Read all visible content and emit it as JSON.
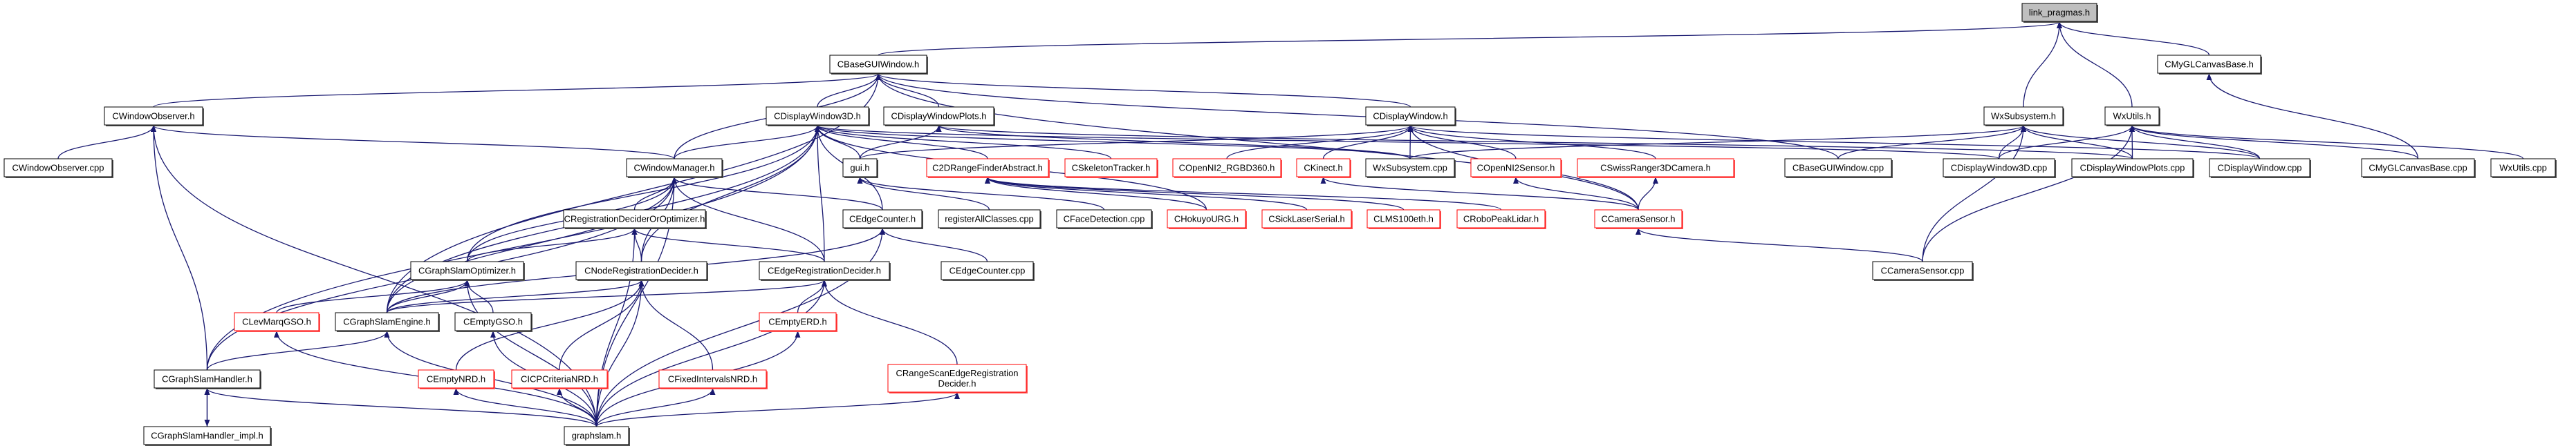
{
  "diagram": {
    "type": "include-dependency-graph",
    "edge_color": "#191970",
    "nodes": [
      {
        "id": "link_pragmas.h",
        "lines": [
          "link_pragmas.h"
        ],
        "kind": "highlight"
      },
      {
        "id": "CBaseGUIWindow.h",
        "lines": [
          "CBaseGUIWindow.h"
        ],
        "kind": "normal"
      },
      {
        "id": "CMyGLCanvasBase.h",
        "lines": [
          "CMyGLCanvasBase.h"
        ],
        "kind": "normal"
      },
      {
        "id": "CWindowObserver.h",
        "lines": [
          "CWindowObserver.h"
        ],
        "kind": "normal"
      },
      {
        "id": "CDisplayWindow3D.h",
        "lines": [
          "CDisplayWindow3D.h"
        ],
        "kind": "normal"
      },
      {
        "id": "CDisplayWindowPlots.h",
        "lines": [
          "CDisplayWindowPlots.h"
        ],
        "kind": "normal"
      },
      {
        "id": "CDisplayWindow.h",
        "lines": [
          "CDisplayWindow.h"
        ],
        "kind": "normal"
      },
      {
        "id": "WxSubsystem.h",
        "lines": [
          "WxSubsystem.h"
        ],
        "kind": "normal"
      },
      {
        "id": "WxUtils.h",
        "lines": [
          "WxUtils.h"
        ],
        "kind": "normal"
      },
      {
        "id": "CWindowObserver.cpp",
        "lines": [
          "CWindowObserver.cpp"
        ],
        "kind": "normal"
      },
      {
        "id": "CWindowManager.h",
        "lines": [
          "CWindowManager.h"
        ],
        "kind": "normal"
      },
      {
        "id": "gui.h",
        "lines": [
          "gui.h"
        ],
        "kind": "normal"
      },
      {
        "id": "C2DRangeFinderAbstract.h",
        "lines": [
          "C2DRangeFinderAbstract.h"
        ],
        "kind": "red"
      },
      {
        "id": "CSkeletonTracker.h",
        "lines": [
          "CSkeletonTracker.h"
        ],
        "kind": "red"
      },
      {
        "id": "COpenNI2_RGBD360.h",
        "lines": [
          "COpenNI2_RGBD360.h"
        ],
        "kind": "red"
      },
      {
        "id": "CKinect.h",
        "lines": [
          "CKinect.h"
        ],
        "kind": "red"
      },
      {
        "id": "WxSubsystem.cpp",
        "lines": [
          "WxSubsystem.cpp"
        ],
        "kind": "normal"
      },
      {
        "id": "COpenNI2Sensor.h",
        "lines": [
          "COpenNI2Sensor.h"
        ],
        "kind": "red"
      },
      {
        "id": "CSwissRanger3DCamera.h",
        "lines": [
          "CSwissRanger3DCamera.h"
        ],
        "kind": "red"
      },
      {
        "id": "CBaseGUIWindow.cpp",
        "lines": [
          "CBaseGUIWindow.cpp"
        ],
        "kind": "normal"
      },
      {
        "id": "CDisplayWindow3D.cpp",
        "lines": [
          "CDisplayWindow3D.cpp"
        ],
        "kind": "normal"
      },
      {
        "id": "CDisplayWindowPlots.cpp",
        "lines": [
          "CDisplayWindowPlots.cpp"
        ],
        "kind": "normal"
      },
      {
        "id": "CDisplayWindow.cpp",
        "lines": [
          "CDisplayWindow.cpp"
        ],
        "kind": "normal"
      },
      {
        "id": "CMyGLCanvasBase.cpp",
        "lines": [
          "CMyGLCanvasBase.cpp"
        ],
        "kind": "normal"
      },
      {
        "id": "WxUtils.cpp",
        "lines": [
          "WxUtils.cpp"
        ],
        "kind": "normal"
      },
      {
        "id": "CRegistrationDeciderOrOptimizer.h",
        "lines": [
          "CRegistrationDeciderOrOptimizer.h"
        ],
        "kind": "normal"
      },
      {
        "id": "CEdgeCounter.h",
        "lines": [
          "CEdgeCounter.h"
        ],
        "kind": "normal"
      },
      {
        "id": "registerAllClasses.cpp",
        "lines": [
          "registerAllClasses.cpp"
        ],
        "kind": "normal"
      },
      {
        "id": "CFaceDetection.cpp",
        "lines": [
          "CFaceDetection.cpp"
        ],
        "kind": "normal"
      },
      {
        "id": "CHokuyoURG.h",
        "lines": [
          "CHokuyoURG.h"
        ],
        "kind": "red"
      },
      {
        "id": "CSickLaserSerial.h",
        "lines": [
          "CSickLaserSerial.h"
        ],
        "kind": "red"
      },
      {
        "id": "CLMS100eth.h",
        "lines": [
          "CLMS100eth.h"
        ],
        "kind": "red"
      },
      {
        "id": "CRoboPeakLidar.h",
        "lines": [
          "CRoboPeakLidar.h"
        ],
        "kind": "red"
      },
      {
        "id": "CCameraSensor.h",
        "lines": [
          "CCameraSensor.h"
        ],
        "kind": "red"
      },
      {
        "id": "CGraphSlamOptimizer.h",
        "lines": [
          "CGraphSlamOptimizer.h"
        ],
        "kind": "normal"
      },
      {
        "id": "CNodeRegistrationDecider.h",
        "lines": [
          "CNodeRegistrationDecider.h"
        ],
        "kind": "normal"
      },
      {
        "id": "CEdgeRegistrationDecider.h",
        "lines": [
          "CEdgeRegistrationDecider.h"
        ],
        "kind": "normal"
      },
      {
        "id": "CEdgeCounter.cpp",
        "lines": [
          "CEdgeCounter.cpp"
        ],
        "kind": "normal"
      },
      {
        "id": "CCameraSensor.cpp",
        "lines": [
          "CCameraSensor.cpp"
        ],
        "kind": "normal"
      },
      {
        "id": "CLevMarqGSO.h",
        "lines": [
          "CLevMarqGSO.h"
        ],
        "kind": "red"
      },
      {
        "id": "CGraphSlamEngine.h",
        "lines": [
          "CGraphSlamEngine.h"
        ],
        "kind": "normal"
      },
      {
        "id": "CEmptyGSO.h",
        "lines": [
          "CEmptyGSO.h"
        ],
        "kind": "normal"
      },
      {
        "id": "CEmptyERD.h",
        "lines": [
          "CEmptyERD.h"
        ],
        "kind": "red"
      },
      {
        "id": "CGraphSlamHandler.h",
        "lines": [
          "CGraphSlamHandler.h"
        ],
        "kind": "normal"
      },
      {
        "id": "CEmptyNRD.h",
        "lines": [
          "CEmptyNRD.h"
        ],
        "kind": "red"
      },
      {
        "id": "CICPCriteriaNRD.h",
        "lines": [
          "CICPCriteriaNRD.h"
        ],
        "kind": "red"
      },
      {
        "id": "CFixedIntervalsNRD.h",
        "lines": [
          "CFixedIntervalsNRD.h"
        ],
        "kind": "red"
      },
      {
        "id": "CRangeScanEdgeRegistrationDecider.h",
        "lines": [
          "CRangeScanEdgeRegistration",
          "Decider.h"
        ],
        "kind": "red"
      },
      {
        "id": "CGraphSlamHandler_impl.h",
        "lines": [
          "CGraphSlamHandler_impl.h"
        ],
        "kind": "normal"
      },
      {
        "id": "graphslam.h",
        "lines": [
          "graphslam.h"
        ],
        "kind": "normal"
      }
    ],
    "edges": [
      [
        "CBaseGUIWindow.h",
        "link_pragmas.h"
      ],
      [
        "WxSubsystem.h",
        "link_pragmas.h"
      ],
      [
        "WxUtils.h",
        "link_pragmas.h"
      ],
      [
        "CMyGLCanvasBase.h",
        "link_pragmas.h"
      ],
      [
        "CWindowObserver.h",
        "CBaseGUIWindow.h"
      ],
      [
        "CDisplayWindow3D.h",
        "CBaseGUIWindow.h"
      ],
      [
        "CDisplayWindowPlots.h",
        "CBaseGUIWindow.h"
      ],
      [
        "CDisplayWindow.h",
        "CBaseGUIWindow.h"
      ],
      [
        "CWindowManager.h",
        "CBaseGUIWindow.h"
      ],
      [
        "CGraphSlamEngine.h",
        "CBaseGUIWindow.h"
      ],
      [
        "CBaseGUIWindow.cpp",
        "CBaseGUIWindow.h"
      ],
      [
        "CCameraSensor.h",
        "CBaseGUIWindow.h"
      ],
      [
        "CMyGLCanvasBase.cpp",
        "CMyGLCanvasBase.h"
      ],
      [
        "CWindowObserver.cpp",
        "CWindowObserver.h"
      ],
      [
        "CGraphSlamHandler.h",
        "CWindowObserver.h"
      ],
      [
        "CWindowManager.h",
        "CWindowObserver.h"
      ],
      [
        "graphslam.h",
        "CWindowObserver.h"
      ],
      [
        "CWindowManager.h",
        "CDisplayWindow3D.h"
      ],
      [
        "gui.h",
        "CDisplayWindow3D.h"
      ],
      [
        "C2DRangeFinderAbstract.h",
        "CDisplayWindow3D.h"
      ],
      [
        "CSkeletonTracker.h",
        "CDisplayWindow3D.h"
      ],
      [
        "CEdgeCounter.h",
        "CDisplayWindow3D.h"
      ],
      [
        "CGraphSlamOptimizer.h",
        "CDisplayWindow3D.h"
      ],
      [
        "CGraphSlamEngine.h",
        "CDisplayWindow3D.h"
      ],
      [
        "CNodeRegistrationDecider.h",
        "CDisplayWindow3D.h"
      ],
      [
        "CEdgeRegistrationDecider.h",
        "CDisplayWindow3D.h"
      ],
      [
        "CHokuyoURG.h",
        "CDisplayWindow3D.h"
      ],
      [
        "WxSubsystem.cpp",
        "CDisplayWindow3D.h"
      ],
      [
        "CDisplayWindow3D.cpp",
        "CDisplayWindow3D.h"
      ],
      [
        "CGraphSlamHandler.h",
        "CDisplayWindow3D.h"
      ],
      [
        "gui.h",
        "CDisplayWindowPlots.h"
      ],
      [
        "WxSubsystem.cpp",
        "CDisplayWindowPlots.h"
      ],
      [
        "CDisplayWindowPlots.cpp",
        "CDisplayWindowPlots.h"
      ],
      [
        "gui.h",
        "CDisplayWindow.h"
      ],
      [
        "COpenNI2_RGBD360.h",
        "CDisplayWindow.h"
      ],
      [
        "CKinect.h",
        "CDisplayWindow.h"
      ],
      [
        "WxSubsystem.cpp",
        "CDisplayWindow.h"
      ],
      [
        "COpenNI2Sensor.h",
        "CDisplayWindow.h"
      ],
      [
        "CSwissRanger3DCamera.h",
        "CDisplayWindow.h"
      ],
      [
        "CDisplayWindow.cpp",
        "CDisplayWindow.h"
      ],
      [
        "CCameraSensor.h",
        "CDisplayWindow.h"
      ],
      [
        "WxSubsystem.cpp",
        "WxSubsystem.h"
      ],
      [
        "CBaseGUIWindow.cpp",
        "WxSubsystem.h"
      ],
      [
        "CDisplayWindow3D.cpp",
        "WxSubsystem.h"
      ],
      [
        "CDisplayWindowPlots.cpp",
        "WxSubsystem.h"
      ],
      [
        "CDisplayWindow.cpp",
        "WxSubsystem.h"
      ],
      [
        "CCameraSensor.cpp",
        "WxSubsystem.h"
      ],
      [
        "CDisplayWindow3D.cpp",
        "WxUtils.h"
      ],
      [
        "CDisplayWindowPlots.cpp",
        "WxUtils.h"
      ],
      [
        "CDisplayWindow.cpp",
        "WxUtils.h"
      ],
      [
        "CMyGLCanvasBase.cpp",
        "WxUtils.h"
      ],
      [
        "WxUtils.cpp",
        "WxUtils.h"
      ],
      [
        "CCameraSensor.cpp",
        "WxUtils.h"
      ],
      [
        "registerAllClasses.cpp",
        "gui.h"
      ],
      [
        "CFaceDetection.cpp",
        "gui.h"
      ],
      [
        "CHokuyoURG.h",
        "C2DRangeFinderAbstract.h"
      ],
      [
        "CSickLaserSerial.h",
        "C2DRangeFinderAbstract.h"
      ],
      [
        "CLMS100eth.h",
        "C2DRangeFinderAbstract.h"
      ],
      [
        "CRoboPeakLidar.h",
        "C2DRangeFinderAbstract.h"
      ],
      [
        "CCameraSensor.h",
        "CKinect.h"
      ],
      [
        "CCameraSensor.h",
        "COpenNI2Sensor.h"
      ],
      [
        "CCameraSensor.h",
        "CSwissRanger3DCamera.h"
      ],
      [
        "CCameraSensor.cpp",
        "CCameraSensor.h"
      ],
      [
        "CRegistrationDeciderOrOptimizer.h",
        "CWindowManager.h"
      ],
      [
        "CGraphSlamOptimizer.h",
        "CWindowManager.h"
      ],
      [
        "CGraphSlamEngine.h",
        "CWindowManager.h"
      ],
      [
        "CEdgeCounter.h",
        "CWindowManager.h"
      ],
      [
        "CNodeRegistrationDecider.h",
        "CWindowManager.h"
      ],
      [
        "CEdgeRegistrationDecider.h",
        "CWindowManager.h"
      ],
      [
        "CGraphSlamHandler.h",
        "CWindowManager.h"
      ],
      [
        "graphslam.h",
        "CWindowManager.h"
      ],
      [
        "CGraphSlamOptimizer.h",
        "CRegistrationDeciderOrOptimizer.h"
      ],
      [
        "CNodeRegistrationDecider.h",
        "CRegistrationDeciderOrOptimizer.h"
      ],
      [
        "CEdgeRegistrationDecider.h",
        "CRegistrationDeciderOrOptimizer.h"
      ],
      [
        "graphslam.h",
        "CRegistrationDeciderOrOptimizer.h"
      ],
      [
        "CGraphSlamEngine.h",
        "CEdgeCounter.h"
      ],
      [
        "CEdgeCounter.cpp",
        "CEdgeCounter.h"
      ],
      [
        "graphslam.h",
        "CEdgeCounter.h"
      ],
      [
        "CLevMarqGSO.h",
        "CGraphSlamOptimizer.h"
      ],
      [
        "CGraphSlamEngine.h",
        "CGraphSlamOptimizer.h"
      ],
      [
        "CEmptyGSO.h",
        "CGraphSlamOptimizer.h"
      ],
      [
        "graphslam.h",
        "CGraphSlamOptimizer.h"
      ],
      [
        "CGraphSlamEngine.h",
        "CNodeRegistrationDecider.h"
      ],
      [
        "CEmptyNRD.h",
        "CNodeRegistrationDecider.h"
      ],
      [
        "CICPCriteriaNRD.h",
        "CNodeRegistrationDecider.h"
      ],
      [
        "CFixedIntervalsNRD.h",
        "CNodeRegistrationDecider.h"
      ],
      [
        "graphslam.h",
        "CNodeRegistrationDecider.h"
      ],
      [
        "CGraphSlamEngine.h",
        "CEdgeRegistrationDecider.h"
      ],
      [
        "CEmptyERD.h",
        "CEdgeRegistrationDecider.h"
      ],
      [
        "CRangeScanEdgeRegistrationDecider.h",
        "CEdgeRegistrationDecider.h"
      ],
      [
        "graphslam.h",
        "CEdgeRegistrationDecider.h"
      ],
      [
        "CGraphSlamHandler.h",
        "CGraphSlamEngine.h"
      ],
      [
        "graphslam.h",
        "CGraphSlamEngine.h"
      ],
      [
        "graphslam.h",
        "CEmptyGSO.h"
      ],
      [
        "graphslam.h",
        "CLevMarqGSO.h"
      ],
      [
        "graphslam.h",
        "CEmptyNRD.h"
      ],
      [
        "graphslam.h",
        "CICPCriteriaNRD.h"
      ],
      [
        "graphslam.h",
        "CFixedIntervalsNRD.h"
      ],
      [
        "graphslam.h",
        "CEmptyERD.h"
      ],
      [
        "graphslam.h",
        "CRangeScanEdgeRegistrationDecider.h"
      ],
      [
        "graphslam.h",
        "CGraphSlamHandler.h"
      ],
      [
        "CGraphSlamHandler_impl.h",
        "CGraphSlamHandler.h"
      ],
      [
        "CGraphSlamHandler.h",
        "CGraphSlamHandler_impl.h"
      ]
    ]
  }
}
